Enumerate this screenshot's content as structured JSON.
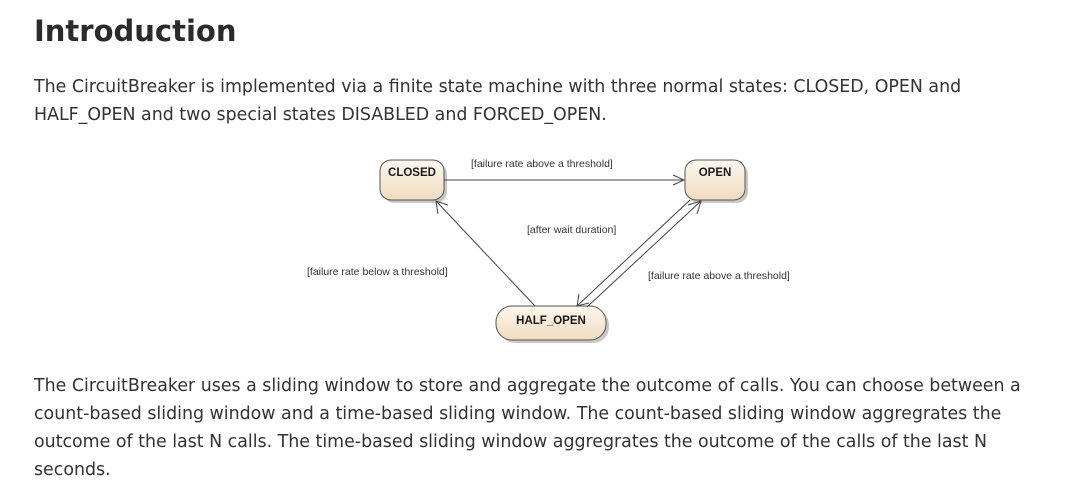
{
  "heading": "Introduction",
  "intro_text": "The CircuitBreaker is implemented via a finite state machine with three normal states: CLOSED, OPEN and HALF_OPEN and two special states DISABLED and FORCED_OPEN.",
  "diagram": {
    "states": {
      "closed": "CLOSED",
      "open": "OPEN",
      "half_open": "HALF_OPEN"
    },
    "transitions": {
      "closed_to_open": "[failure rate above a threshold]",
      "open_to_half_open": "[after wait duration]",
      "half_open_to_closed": "[failure rate below a threshold]",
      "half_open_to_open": "[failure rate above a threshold]"
    },
    "colors": {
      "state_fill_top": "#fdf7ee",
      "state_fill_bottom": "#f0dcc0",
      "state_border": "#555555",
      "shadow": "#c8c8c8",
      "edge": "#444444"
    }
  },
  "window_text": "The CircuitBreaker uses a sliding window to store and aggregate the outcome of calls. You can choose between a count-based sliding window and a time-based sliding window. The count-based sliding window aggregrates the outcome of the last N calls. The time-based sliding window aggregrates the outcome of the calls of the last N seconds."
}
